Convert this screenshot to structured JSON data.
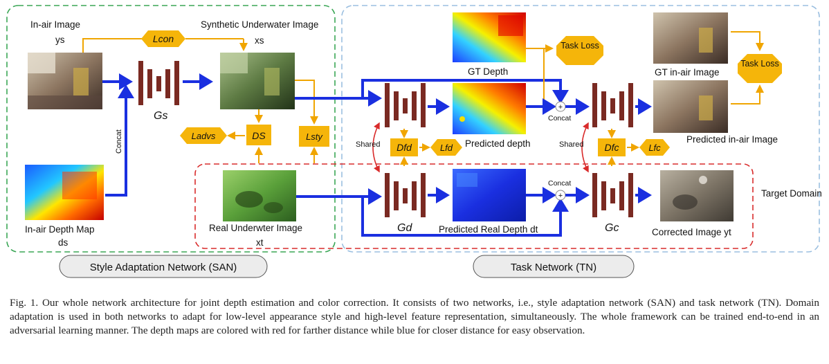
{
  "figure": {
    "san_label": "Style Adaptation Network (SAN)",
    "tn_label": "Task Network (TN)",
    "in_air_image": "In-air Image",
    "ys": "ys",
    "l_con": "Lcon",
    "synthetic": "Synthetic Underwater Image",
    "xs": "xs",
    "gs": "Gs",
    "ds_disc": "DS",
    "l_advs": "Ladvs",
    "l_sty": "Lsty",
    "concat_vertical": "Concat",
    "in_air_depth_map": "In-air Depth Map",
    "ds_sub": "ds",
    "real_underwater": "Real Underwter Image",
    "xt": "xt",
    "gt_depth": "GT Depth",
    "task_loss": "Task Loss",
    "predicted_depth": "Predicted depth",
    "concat_top": "Concat",
    "concat_bottom": "Concat",
    "shared_left": "Shared",
    "shared_right": "Shared",
    "d_fd": "Dfd",
    "l_fd": "Lfd",
    "d_fc": "Dfc",
    "l_fc": "Lfc",
    "gd": "Gd",
    "gc": "Gc",
    "predicted_real_depth": "Predicted Real Depth dt",
    "gt_in_air": "GT in-air Image",
    "task_loss_right": "Task Loss",
    "predicted_in_air": "Predicted in-air Image",
    "target_domain": "Target Domain",
    "corrected_image": "Corrected Image yt"
  },
  "caption": "Fig. 1.   Our whole network architecture for joint depth estimation and color correction. It consists of two networks, i.e., style adaptation network (SAN) and task network (TN). Domain adaptation is used in both networks to adapt for low-level appearance style and high-level feature representation, simultaneously. The whole framework can be trained end-to-end in an adversarial learning manner. The depth maps are colored with red for farther distance while blue for closer distance for easy observation.",
  "colors": {
    "san_border": "#3aa655",
    "tn_border": "#9bbfe0",
    "target_border": "#d92b2b",
    "arrow_blue": "#1a2fe0",
    "loss_box": "#f5b50a",
    "generator_bar": "#7a2a22"
  }
}
